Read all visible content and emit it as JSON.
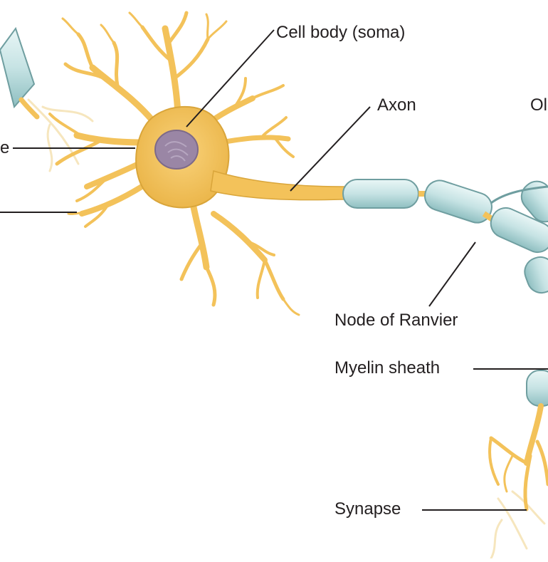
{
  "labels": {
    "cell_body": "Cell body (soma)",
    "axon": "Axon",
    "oligodendrocyte_partial": "Ol",
    "dendrite_partial": "e",
    "node_of_ranvier": "Node of Ranvier",
    "myelin_sheath": "Myelin sheath",
    "synapse": "Synapse"
  },
  "colors": {
    "neuron_fill": "#f3c25a",
    "neuron_stroke": "#c8931a",
    "nucleus_fill": "#9a86a5",
    "myelin_fill": "#cbe6e6",
    "myelin_stroke": "#6f9ea0",
    "line": "#231f20"
  }
}
